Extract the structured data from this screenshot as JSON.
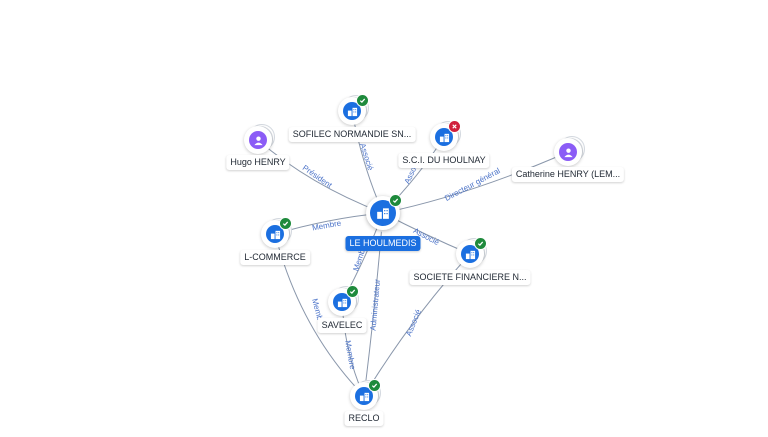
{
  "colors": {
    "company": "#1b6fe0",
    "person": "#8b5cf6",
    "active": "#1e8a3c",
    "inactive": "#d01f3c",
    "edge": "#8a97ab",
    "edge_label": "#4a72c8"
  },
  "nodes": [
    {
      "id": "le-houlmedis",
      "label": "LE HOULMEDIS",
      "type": "company",
      "status": "active",
      "center": true
    },
    {
      "id": "sofilec",
      "label": "SOFILEC NORMANDIE SN...",
      "type": "company",
      "status": "active"
    },
    {
      "id": "sci-houlnay",
      "label": "S.C.I. DU HOULNAY",
      "type": "company",
      "status": "inactive"
    },
    {
      "id": "hugo-henry",
      "label": "Hugo HENRY",
      "type": "person"
    },
    {
      "id": "catherine-henry",
      "label": "Catherine HENRY (LEM...",
      "type": "person"
    },
    {
      "id": "l-commerce",
      "label": "L-COMMERCE",
      "type": "company",
      "status": "active"
    },
    {
      "id": "societe-financiere",
      "label": "SOCIETE FINANCIERE N...",
      "type": "company",
      "status": "active"
    },
    {
      "id": "savelec",
      "label": "SAVELEC",
      "type": "company",
      "status": "active"
    },
    {
      "id": "reclo",
      "label": "RECLO",
      "type": "company",
      "status": "active"
    }
  ],
  "edges": [
    {
      "from": "le-houlmedis",
      "to": "hugo-henry",
      "label": "Président"
    },
    {
      "from": "le-houlmedis",
      "to": "sofilec",
      "label": "Associé"
    },
    {
      "from": "le-houlmedis",
      "to": "sci-houlnay",
      "label": "Associé"
    },
    {
      "from": "le-houlmedis",
      "to": "catherine-henry",
      "label": "Directeur général"
    },
    {
      "from": "le-houlmedis",
      "to": "l-commerce",
      "label": "Membre"
    },
    {
      "from": "le-houlmedis",
      "to": "societe-financiere",
      "label": "Associé"
    },
    {
      "from": "le-houlmedis",
      "to": "savelec",
      "label": "Membre"
    },
    {
      "from": "le-houlmedis",
      "to": "reclo",
      "label": "Administrateur"
    },
    {
      "from": "l-commerce",
      "to": "reclo",
      "label": "Membre"
    },
    {
      "from": "savelec",
      "to": "reclo",
      "label": "Membre"
    },
    {
      "from": "societe-financiere",
      "to": "reclo",
      "label": "Associé"
    }
  ]
}
